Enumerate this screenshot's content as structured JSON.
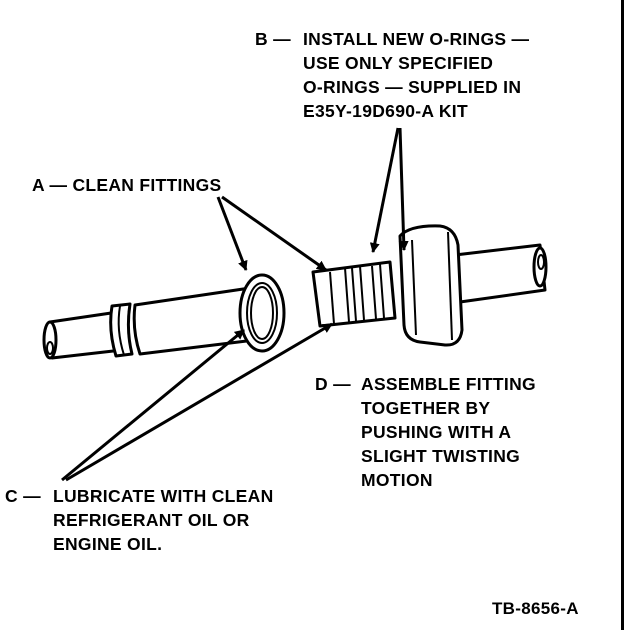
{
  "callouts": {
    "b": {
      "letter": "B —",
      "lines": [
        "INSTALL NEW O-RINGS —",
        "USE ONLY SPECIFIED",
        "O-RINGS — SUPPLIED IN",
        "E35Y-19D690-A KIT"
      ]
    },
    "a": {
      "letter": "A —",
      "lines": [
        "CLEAN FITTINGS"
      ]
    },
    "d": {
      "letter": "D —",
      "lines": [
        "ASSEMBLE FITTING",
        "TOGETHER BY",
        "PUSHING WITH A",
        "SLIGHT TWISTING",
        "MOTION"
      ]
    },
    "c": {
      "letter": "C —",
      "lines": [
        "LUBRICATE WITH CLEAN",
        "REFRIGERANT OIL OR",
        "ENGINE OIL."
      ]
    }
  },
  "figure_id": "TB-8656-A"
}
